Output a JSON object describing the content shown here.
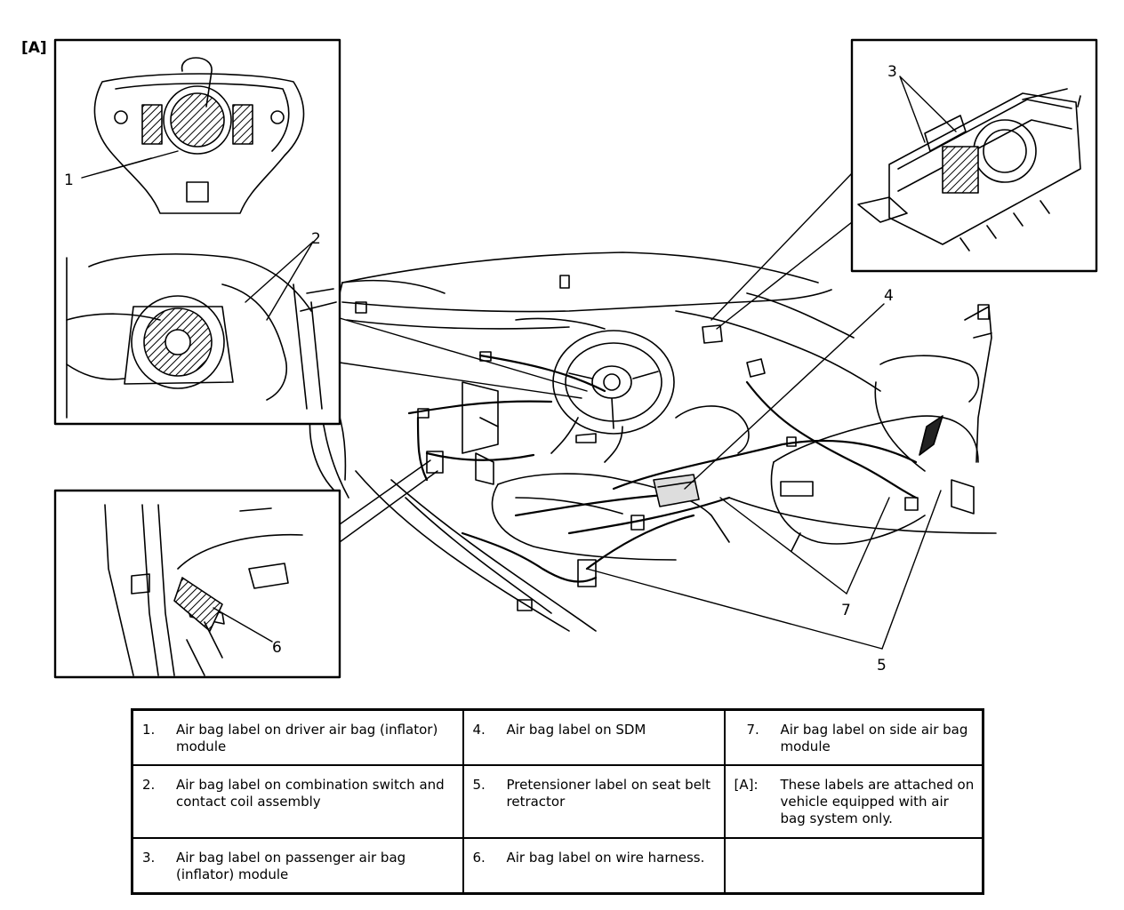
{
  "figure": {
    "inset_tag": "[A]",
    "callouts": [
      "1",
      "2",
      "3",
      "4",
      "5",
      "6",
      "7"
    ]
  },
  "legend": {
    "rows": [
      [
        {
          "num": "1.",
          "text": "Air bag label on driver air bag (inflator) module"
        },
        {
          "num": "4.",
          "text": "Air bag label on SDM"
        },
        {
          "num": "7.",
          "text": "Air bag label on side air bag module"
        }
      ],
      [
        {
          "num": "2.",
          "text": "Air bag label on combination switch and contact coil assembly"
        },
        {
          "num": "5.",
          "text": "Pretensioner label on seat belt retractor"
        },
        {
          "num": "[A]:",
          "text": "These labels are attached on vehicle equipped with air bag system only."
        }
      ],
      [
        {
          "num": "3.",
          "text": "Air bag label on passenger air bag (inflator) module"
        },
        {
          "num": "6.",
          "text": "Air bag label on wire harness."
        },
        {
          "num": "",
          "text": ""
        }
      ]
    ]
  }
}
